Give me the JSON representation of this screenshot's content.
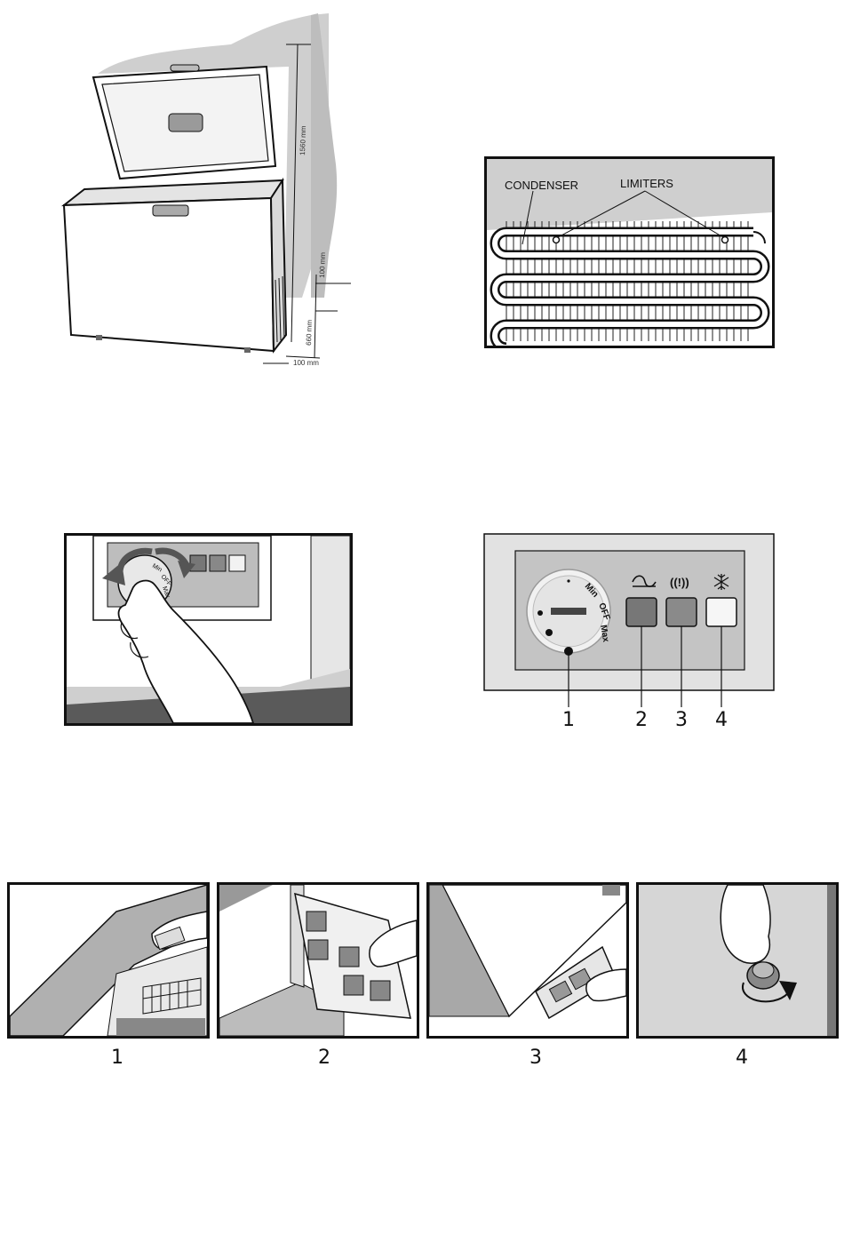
{
  "installation": {
    "dim_height": "1560 mm",
    "dim_top_gap": "100 mm",
    "dim_vent": "660 mm",
    "dim_side_gap": "100 mm"
  },
  "condenser": {
    "label_condenser": "CONDENSER",
    "label_limiters": "LIMITERS"
  },
  "dial": {
    "min": "Min",
    "off": "OFF",
    "max": "Max"
  },
  "control_panel": {
    "dial_min": "Min",
    "dial_off": "OFF",
    "dial_max": "Max",
    "indicator_alarm_symbol": "((!))",
    "callouts": [
      "1",
      "2",
      "3",
      "4"
    ],
    "icons": [
      "dial-icon",
      "power-wave-icon",
      "alarm-icon",
      "snowflake-icon"
    ]
  },
  "steps": {
    "labels": [
      "1",
      "2",
      "3",
      "4"
    ]
  }
}
